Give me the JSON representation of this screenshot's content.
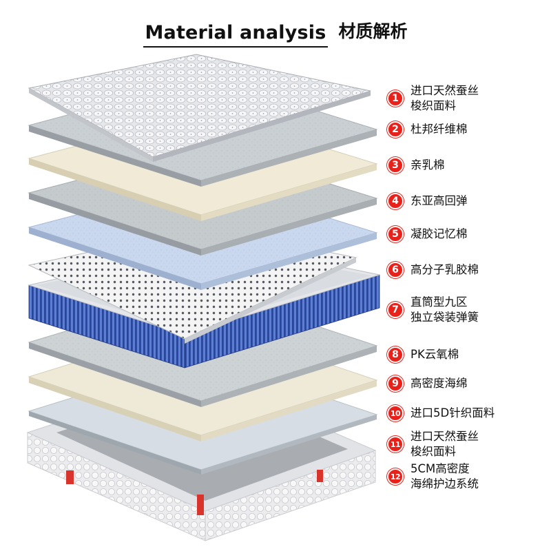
{
  "header": {
    "title_en": "Material analysis",
    "title_cn": "材质解析"
  },
  "colors": {
    "badge": "#e8221b",
    "grey_foam": "#c5cacd",
    "latex_cream": "#f0ead6",
    "memory_blue": "#c9d8ef",
    "spring_blue": "#3d5bb0",
    "quilt_white": "#e9eaec"
  },
  "layers": [
    {
      "number": "1",
      "lines": [
        "进口天然蚕丝",
        "梭织面料"
      ]
    },
    {
      "number": "2",
      "lines": [
        "杜邦纤维棉"
      ]
    },
    {
      "number": "3",
      "lines": [
        "亲乳棉"
      ]
    },
    {
      "number": "4",
      "lines": [
        "东亚高回弹"
      ]
    },
    {
      "number": "5",
      "lines": [
        "凝胶记忆棉"
      ]
    },
    {
      "number": "6",
      "lines": [
        "高分子乳胶棉"
      ]
    },
    {
      "number": "7",
      "lines": [
        "直筒型九区",
        "独立袋装弹簧"
      ]
    },
    {
      "number": "8",
      "lines": [
        "PK云氧棉"
      ]
    },
    {
      "number": "9",
      "lines": [
        "高密度海绵"
      ]
    },
    {
      "number": "10",
      "lines": [
        "进口5D针织面料"
      ]
    },
    {
      "number": "11",
      "lines": [
        "进口天然蚕丝",
        "梭织面料"
      ]
    },
    {
      "number": "12",
      "lines": [
        "5CM高密度",
        "海绵护边系统"
      ]
    }
  ]
}
